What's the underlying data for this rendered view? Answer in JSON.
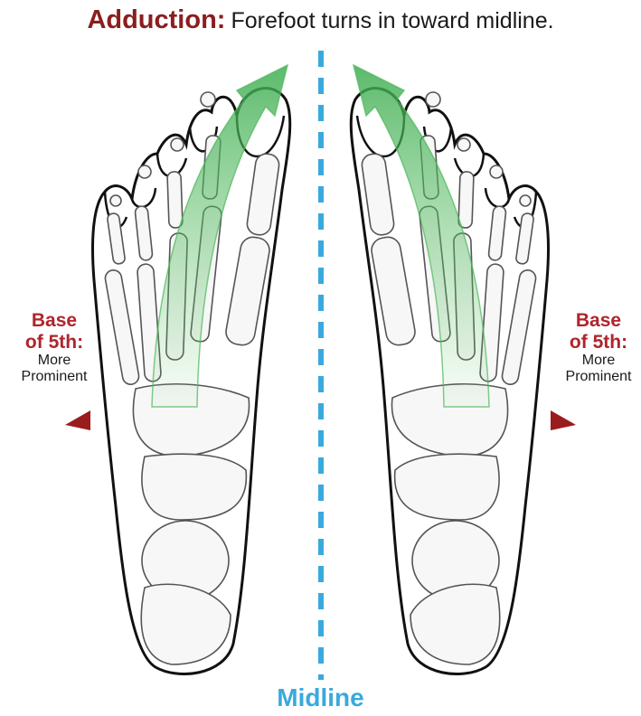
{
  "title": {
    "term": "Adduction:",
    "description": "Forefoot turns in toward midline."
  },
  "left_label": {
    "line1": "Base",
    "line2": "of 5th:",
    "line3": "More",
    "line4": "Prominent"
  },
  "right_label": {
    "line1": "Base",
    "line2": "of 5th:",
    "line3": "More",
    "line4": "Prominent"
  },
  "midline_label": "Midline",
  "colors": {
    "title_term": "#8b1e1e",
    "label_red": "#b0242b",
    "marker_red": "#9b1c1c",
    "midline_blue": "#3aa9dd",
    "arrow_green": "#4bb85a",
    "outline": "#111111"
  }
}
